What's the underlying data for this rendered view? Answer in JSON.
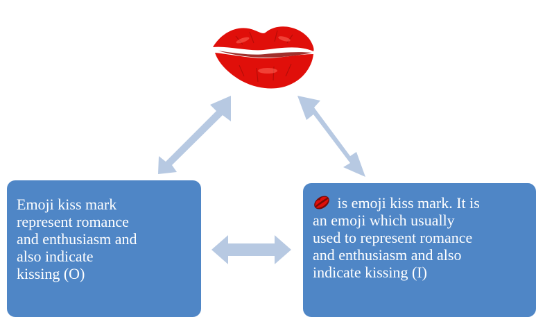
{
  "colors": {
    "box_fill": "#4f86c6",
    "arrow_fill": "#b7c9e2",
    "lips_red": "#e00f0a",
    "lips_dark": "#7a0a05",
    "text": "#ffffff"
  },
  "icons": {
    "top": "kiss-mark-lips-icon",
    "inline": "kiss-mark-emoji-icon"
  },
  "box_left": {
    "lines": [
      "Emoji kiss mark",
      "represent romance",
      "and enthusiasm and",
      "also indicate",
      "kissing (O)"
    ]
  },
  "box_right": {
    "first_line_suffix": " is emoji kiss mark. It is",
    "lines": [
      "an emoji which usually",
      "used to represent romance",
      "and enthusiasm and also",
      "indicate kissing (I)"
    ]
  }
}
